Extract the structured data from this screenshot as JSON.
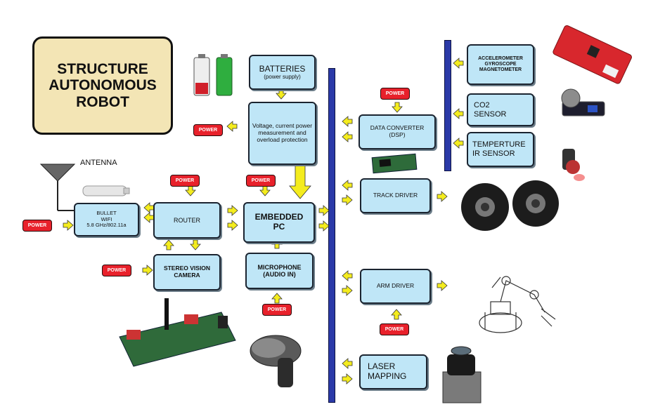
{
  "title": {
    "line1": "STRUCTURE",
    "line2": "AUTONOMOUS",
    "line3": "ROBOT"
  },
  "power_label": "POWER",
  "antenna_label": "ANTENNA",
  "blocks": {
    "batteries": {
      "line1": "BATTERIES",
      "line2": "(power supply)"
    },
    "measurement": {
      "text": "Voltage, current power measurement and overload protection"
    },
    "embedded_pc": {
      "line1": "EMBEDDED",
      "line2": "PC"
    },
    "microphone": {
      "line1": "MICROPHONE",
      "line2": "(AUDIO IN)"
    },
    "router": {
      "text": "ROUTER"
    },
    "bullet": {
      "line1": "BULLET",
      "line2": "WIFI",
      "line3": "5.8 GHz/802.11a"
    },
    "stereo": {
      "line1": "STEREO VISION",
      "line2": "CAMERA"
    },
    "data_converter": {
      "line1": "DATA CONVERTER",
      "line2": "(DSP)"
    },
    "track_driver": {
      "text": "TRACK DRIVER"
    },
    "arm_driver": {
      "text": "ARM DRIVER"
    },
    "laser": {
      "line1": "LASER",
      "line2": "MAPPING"
    },
    "accel": {
      "line1": "ACCELEROMETER",
      "line2": "GYROSCOPE",
      "line3": "MAGNETOMETER"
    },
    "co2": {
      "line1": "CO2",
      "line2": "SENSOR"
    },
    "temp": {
      "line1": "TEMPERTURE",
      "line2": "IR SENSOR"
    }
  },
  "colors": {
    "block": "#bfe6f7",
    "power": "#e8212b",
    "arrow": "#f4ec1e",
    "bus": "#2b3aa8",
    "title_bg": "#f3e5b5"
  }
}
